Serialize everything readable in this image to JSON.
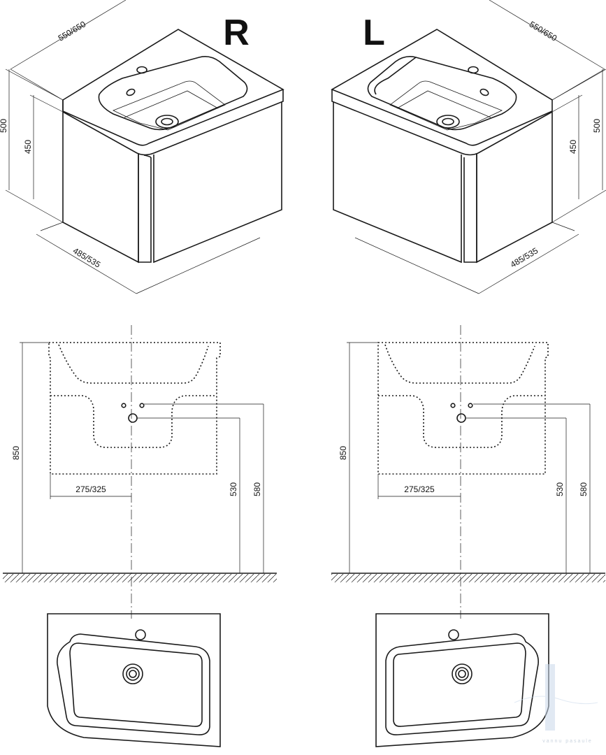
{
  "variants": [
    {
      "letter": "R",
      "iso": {
        "width": "550/650",
        "depth": "485/535",
        "total_height": "500",
        "cabinet_height": "450"
      },
      "front": {
        "height": "850",
        "offset": "275/325",
        "drain_height": "530",
        "tap_height": "580"
      }
    },
    {
      "letter": "L",
      "iso": {
        "width": "550/650",
        "depth": "485/535",
        "total_height": "500",
        "cabinet_height": "450"
      },
      "front": {
        "height": "850",
        "offset": "275/325",
        "drain_height": "530",
        "tap_height": "580"
      }
    }
  ],
  "watermark": "vannu pasaule"
}
